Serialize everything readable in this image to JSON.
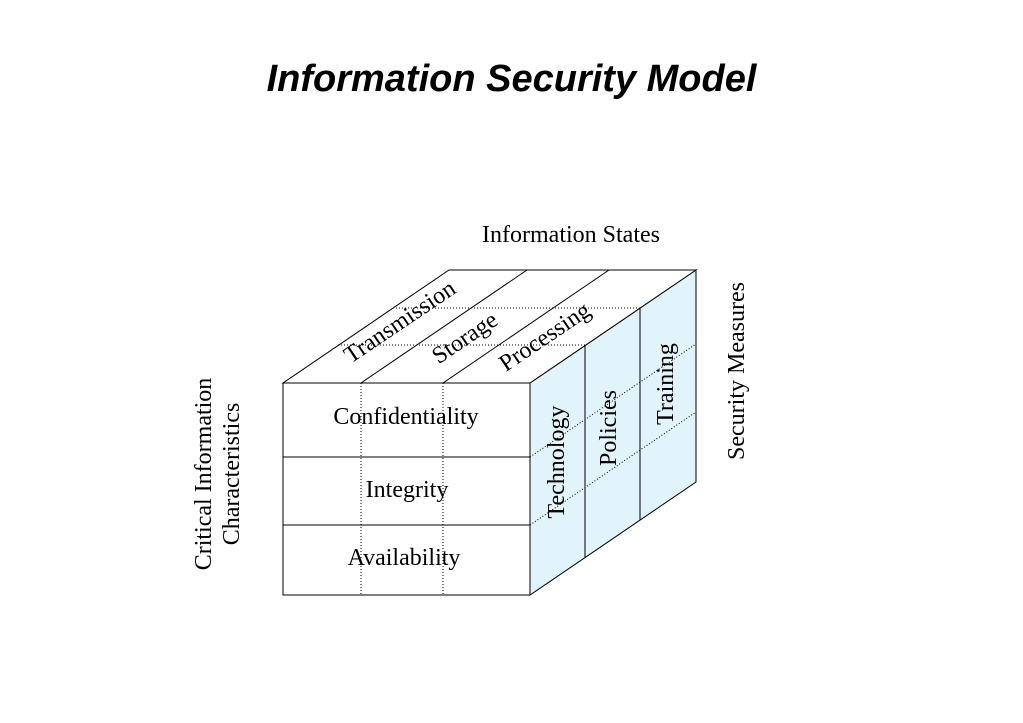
{
  "title": "Information Security Model",
  "axes": {
    "top": "Information States",
    "right": "Security Measures",
    "left_line1": "Critical Information",
    "left_line2": "Characteristics"
  },
  "states": [
    "Transmission",
    "Storage",
    "Processing"
  ],
  "characteristics": [
    "Confidentiality",
    "Integrity",
    "Availability"
  ],
  "measures": [
    "Technology",
    "Policies",
    "Training"
  ],
  "colors": {
    "side_face": "#e2f4fb",
    "lines": "#000000"
  }
}
